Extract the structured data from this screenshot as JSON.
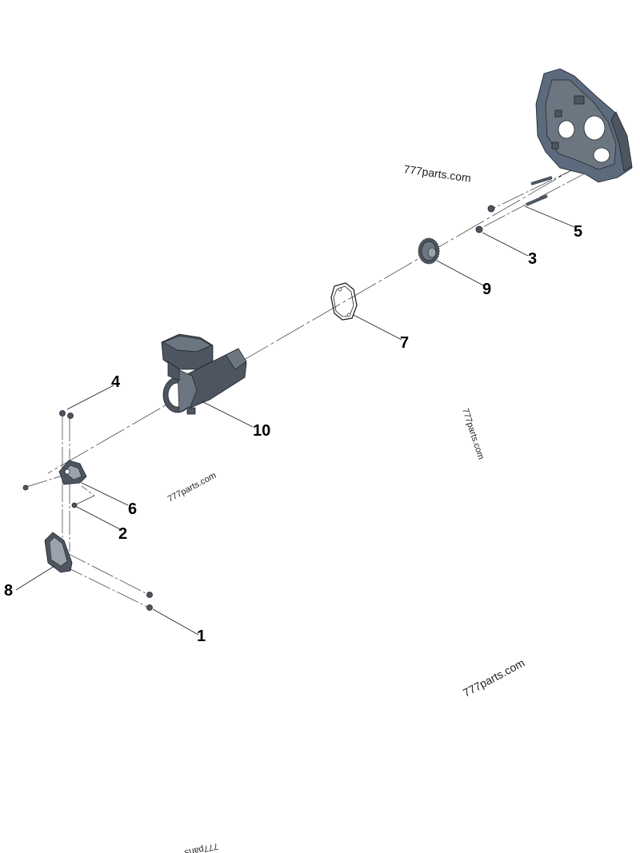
{
  "callouts": [
    {
      "id": "1",
      "label": "1"
    },
    {
      "id": "2",
      "label": "2"
    },
    {
      "id": "3",
      "label": "3"
    },
    {
      "id": "4",
      "label": "4"
    },
    {
      "id": "5",
      "label": "5"
    },
    {
      "id": "6",
      "label": "6"
    },
    {
      "id": "7",
      "label": "7"
    },
    {
      "id": "8",
      "label": "8"
    },
    {
      "id": "9",
      "label": "9"
    },
    {
      "id": "10",
      "label": "10"
    }
  ],
  "watermarks": {
    "top": "777parts.com",
    "middle_left": "777parts.com",
    "right_rotated": "777parts.com",
    "bottom_right": "777parts.com",
    "bottom_cut": "777parts"
  },
  "colors": {
    "part_dark": "#4d5660",
    "part_blue": "#5b6a7c",
    "line": "#222222",
    "background": "#ffffff"
  }
}
